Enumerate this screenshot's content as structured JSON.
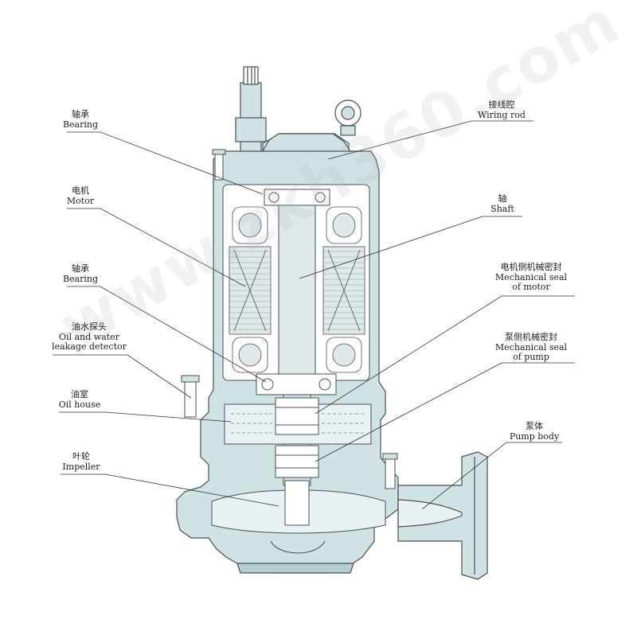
{
  "colors": {
    "casing": "#cfe3e4",
    "casing_dark": "#b4cdd0",
    "outline": "#4a4f55",
    "copper": "#dfe9ea",
    "oil": "#e9f2f3",
    "leader": "#333333"
  },
  "labels": [
    {
      "cn": "轴承",
      "en": "Bearing"
    },
    {
      "cn": "电机",
      "en": "Motor"
    },
    {
      "cn": "轴承",
      "en": "Bearing"
    },
    {
      "cn": "油水探头",
      "en": "Oil and water",
      "en2": "leakage detector"
    },
    {
      "cn": "油室",
      "en": "Oil house"
    },
    {
      "cn": "叶轮",
      "en": "Impeller"
    },
    {
      "cn": "接线腔",
      "en": "Wiring rod"
    },
    {
      "cn": "轴",
      "en": "Shaft"
    },
    {
      "cn": "电机侧机械密封",
      "en": "Mechanical seal",
      "en2": "of motor"
    },
    {
      "cn": "泵侧机械密封",
      "en": "Mechanical seal",
      "en2": "of pump"
    },
    {
      "cn": "泵体",
      "en": "Pump body"
    }
  ],
  "watermark": "www.zkh360.com"
}
